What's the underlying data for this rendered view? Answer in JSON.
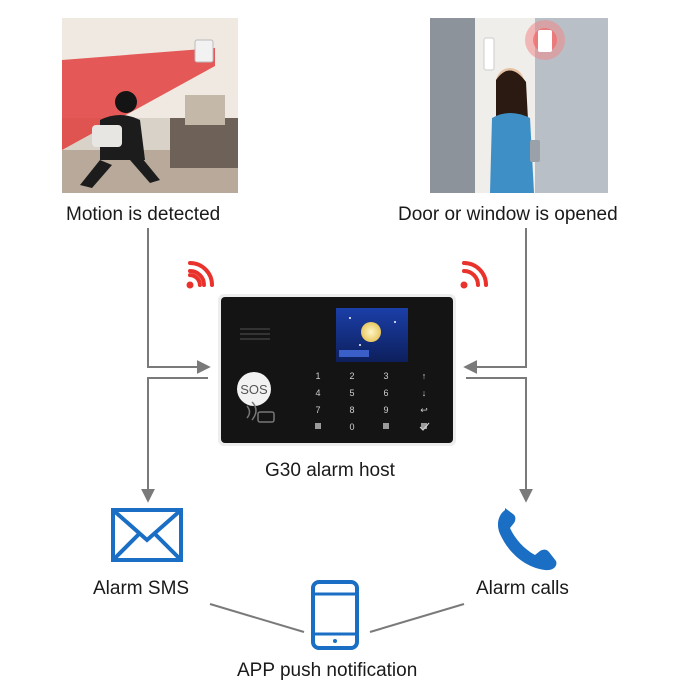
{
  "triggers": {
    "motion_label": "Motion is detected",
    "door_label": "Door or window is opened"
  },
  "host": {
    "label": "G30 alarm host",
    "sos_label": "SOS",
    "keypad_keys": [
      "1",
      "2",
      "3",
      "↑",
      "4",
      "5",
      "6",
      "↓",
      "7",
      "8",
      "9",
      "↩",
      "",
      "0",
      "",
      ""
    ]
  },
  "outputs": {
    "sms_label": "Alarm SMS",
    "calls_label": "Alarm calls",
    "app_label": "APP push notification"
  },
  "colors": {
    "arrow": "#7a7a7a",
    "signal": "#e8322b",
    "icon_blue": "#1a6fc4",
    "panel": "#111111"
  },
  "icons": {
    "sms": "envelope-icon",
    "calls": "phone-icon",
    "app": "smartphone-icon",
    "signal": "wifi-signal-icon"
  }
}
